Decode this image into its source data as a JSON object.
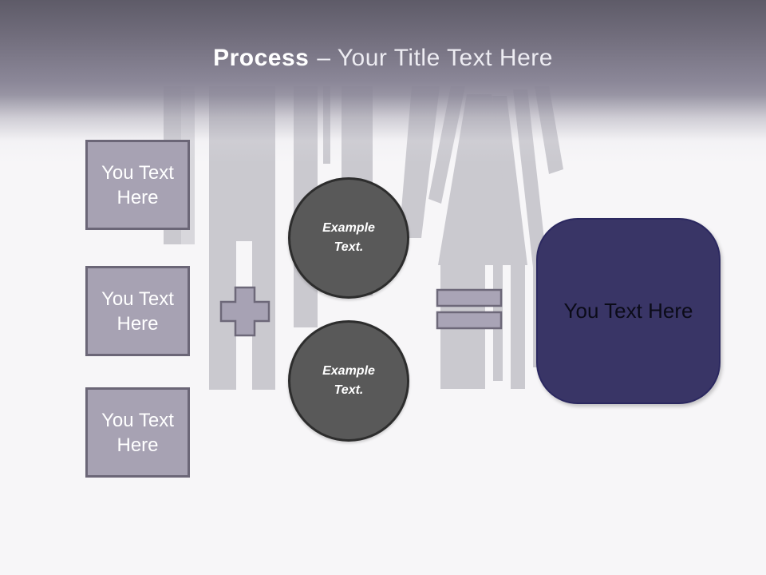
{
  "title": {
    "emphasis": "Process",
    "rest": "– Your Title Text Here"
  },
  "input_boxes": [
    {
      "label": "You Text Here"
    },
    {
      "label": "You Text Here"
    },
    {
      "label": "You Text Here"
    }
  ],
  "icons": {
    "plus": "plus-shape",
    "equals": "equals-shape"
  },
  "example_circles": [
    {
      "label": "Example Text."
    },
    {
      "label": "Example Text."
    }
  ],
  "result_box": {
    "label": "You Text Here"
  },
  "colors": {
    "header_top": "#5e5b68",
    "header_mid": "#8b8798",
    "background": "#f7f6f8",
    "watermark_gray": "#cac9cf",
    "placeholder_fill": "#a7a2b3",
    "placeholder_border": "#6b6677",
    "circle_fill": "#595959",
    "circle_border": "#2d2d2d",
    "result_fill": "#393566",
    "title_text": "#ffffff",
    "result_text": "#0b0b18"
  }
}
